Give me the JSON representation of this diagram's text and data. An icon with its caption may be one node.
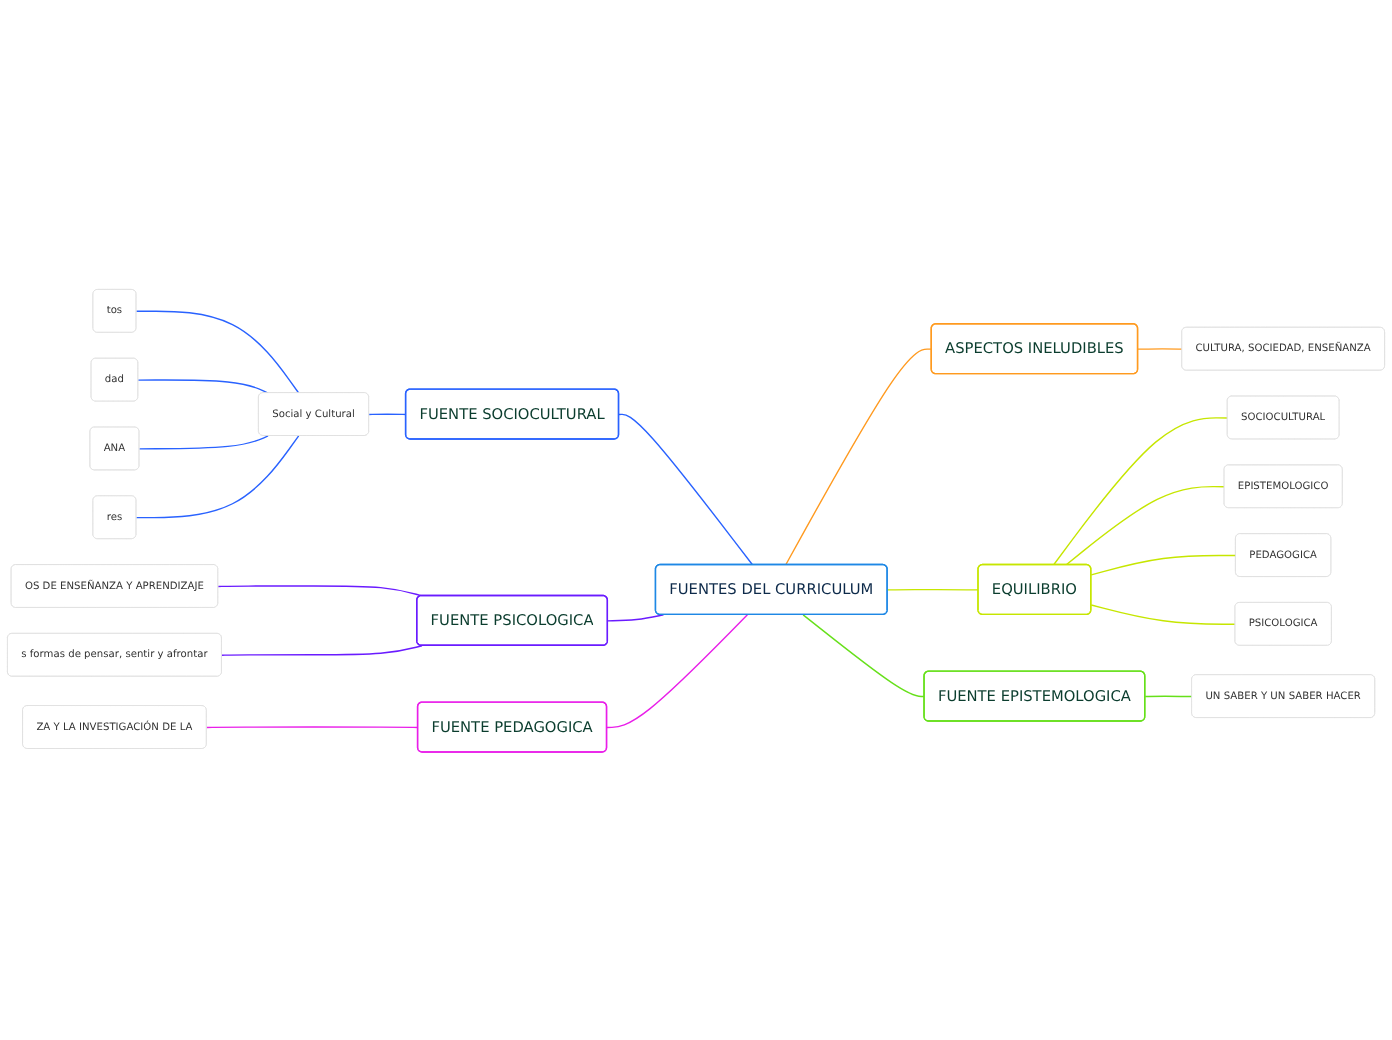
{
  "diagram": {
    "nodes": [
      {
        "text": [
          "FUENTES DEL CURRICULUM"
        ]
      },
      {
        "text": [
          "FUENTE SOCIOCULTURAL"
        ]
      },
      {
        "text": [
          "Social y Cultural"
        ]
      },
      {
        "text": [
          "tos"
        ]
      },
      {
        "text": [
          "dad"
        ]
      },
      {
        "text": [
          "ANA"
        ]
      },
      {
        "text": [
          "res"
        ]
      },
      {
        "text": [
          "FUENTE PSICOLOGICA"
        ]
      },
      {
        "text": [
          "OS DE ENSEÑANZA Y APRENDIZAJE"
        ]
      },
      {
        "text": [
          "s formas de pensar, sentir y afrontar"
        ]
      },
      {
        "text": [
          "FUENTE PEDAGOGICA"
        ]
      },
      {
        "text": [
          "ZA Y LA INVESTIGACIÓN DE LA"
        ]
      },
      {
        "text": [
          "ASPECTOS INELUDIBLES"
        ]
      },
      {
        "text": [
          "CULTURA, SOCIEDAD, ENSEÑANZA"
        ]
      },
      {
        "text": [
          "EQUILIBRIO"
        ]
      },
      {
        "text": [
          "SOCIOCULTURAL"
        ]
      },
      {
        "text": [
          "EPISTEMOLOGICO"
        ]
      },
      {
        "text": [
          "PEDAGOGICA"
        ]
      },
      {
        "text": [
          "PSICOLOGICA"
        ]
      },
      {
        "text": [
          "FUENTE EPISTEMOLOGICA"
        ]
      },
      {
        "text": [
          "UN SABER Y UN SABER HACER"
        ]
      }
    ],
    "edges": [
      {
        "from": 0,
        "to": 1,
        "arrow": "none",
        "color": "#2962ff"
      },
      {
        "from": 1,
        "to": 2,
        "arrow": "none",
        "color": "#2962ff"
      },
      {
        "from": 2,
        "to": 3,
        "arrow": "none",
        "color": "#2962ff"
      },
      {
        "from": 2,
        "to": 4,
        "arrow": "none",
        "color": "#2962ff"
      },
      {
        "from": 2,
        "to": 5,
        "arrow": "none",
        "color": "#2962ff"
      },
      {
        "from": 2,
        "to": 6,
        "arrow": "none",
        "color": "#2962ff"
      },
      {
        "from": 0,
        "to": 7,
        "arrow": "none",
        "color": "#6a1bff"
      },
      {
        "from": 7,
        "to": 8,
        "arrow": "none",
        "color": "#6a1bff"
      },
      {
        "from": 7,
        "to": 9,
        "arrow": "none",
        "color": "#6a1bff"
      },
      {
        "from": 0,
        "to": 10,
        "arrow": "none",
        "color": "#e91ee9"
      },
      {
        "from": 10,
        "to": 11,
        "arrow": "none",
        "color": "#e91ee9"
      },
      {
        "from": 0,
        "to": 12,
        "arrow": "none",
        "color": "#ff9a1f"
      },
      {
        "from": 12,
        "to": 13,
        "arrow": "none",
        "color": "#ff9a1f"
      },
      {
        "from": 0,
        "to": 14,
        "arrow": "none",
        "color": "#c6e600"
      },
      {
        "from": 14,
        "to": 15,
        "arrow": "none",
        "color": "#c6e600"
      },
      {
        "from": 14,
        "to": 16,
        "arrow": "none",
        "color": "#c6e600"
      },
      {
        "from": 14,
        "to": 17,
        "arrow": "none",
        "color": "#c6e600"
      },
      {
        "from": 14,
        "to": 18,
        "arrow": "none",
        "color": "#c6e600"
      },
      {
        "from": 0,
        "to": 19,
        "arrow": "none",
        "color": "#66e01a"
      },
      {
        "from": 19,
        "to": 20,
        "arrow": "none",
        "color": "#66e01a"
      }
    ]
  }
}
